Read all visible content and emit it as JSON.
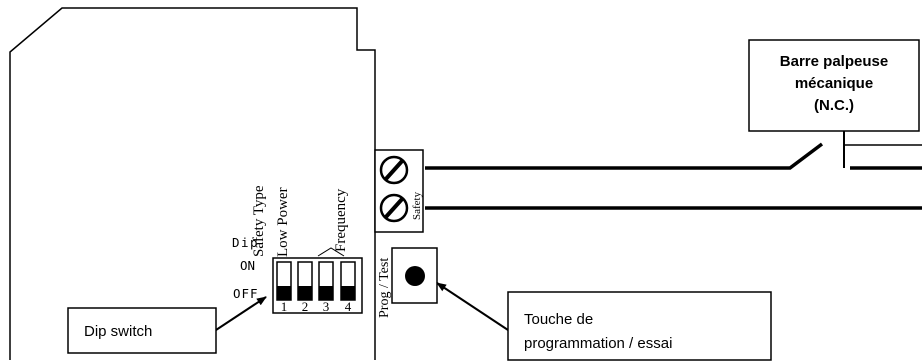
{
  "switch_labels": {
    "safety_type": "Safety Type",
    "low_power": "Low Power",
    "frequency": "Frequency"
  },
  "dip": {
    "dip_label": "Dip",
    "on_label": "ON",
    "off_label": "OFF",
    "numbers": [
      "1",
      "2",
      "3",
      "4"
    ]
  },
  "terminal": {
    "label": "Safety"
  },
  "button": {
    "label": "Prog / Test"
  },
  "callouts": {
    "edge": {
      "line1": "Barre palpeuse",
      "line2": "mécanique",
      "line3": "(N.C.)"
    },
    "dip_switch": {
      "text": "Dip switch"
    },
    "prog_button": {
      "line1": "Touche de",
      "line2": "programmation / essai"
    }
  },
  "colors": {
    "stroke": "#000000",
    "background": "#ffffff"
  }
}
